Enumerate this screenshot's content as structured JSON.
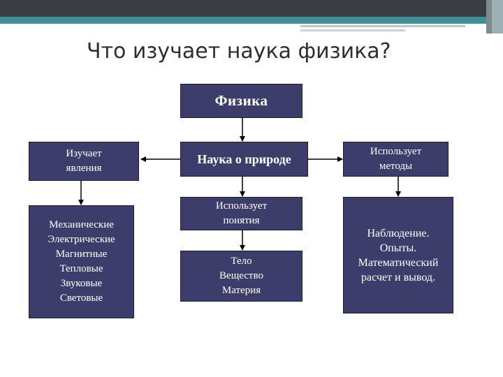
{
  "slide": {
    "title": "Что изучает наука физика?"
  },
  "nodes": {
    "fizika": "Физика",
    "nauka_o_prirode": "Наука о природе",
    "izuchaet_yavleniya": "Изучает\nявления",
    "ispolzuet_metody": "Использует\nметоды",
    "ispolzuet_ponyatiya": "Использует\nпонятия",
    "yavleniya_spisok": "Механические\nЭлектрические\nМагнитные\nТепловые\nЗвуковые\nСветовые",
    "ponyatiya_spisok": "Тело\nВещество\nМатерия",
    "metody_spisok": "Наблюдение.\nОпыты.\nМатематический\nрасчет и вывод."
  },
  "colors": {
    "box_fill": "#3d3d6b",
    "box_text": "#ffffff",
    "connector": "#000000",
    "top_bar_dark": "#3a3d44",
    "top_bar_teal": "#3f8f96"
  }
}
